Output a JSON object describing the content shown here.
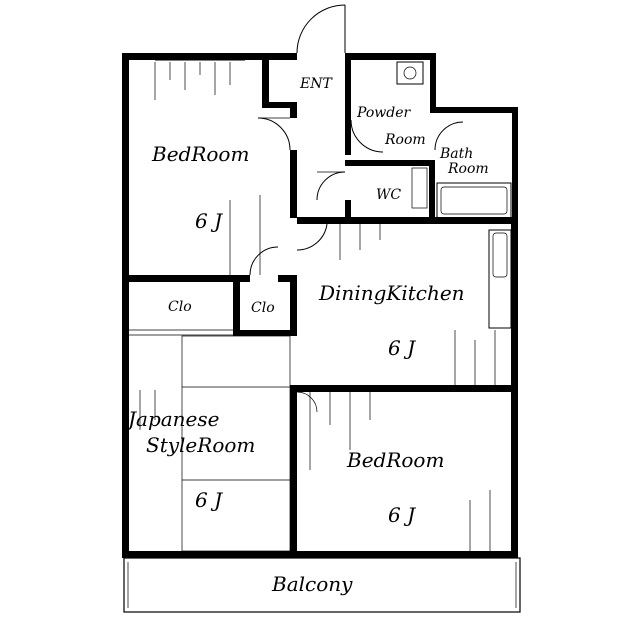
{
  "rooms": {
    "bedroom_nw": {
      "name": "BedRoom",
      "size": "6 J"
    },
    "ent": {
      "name": "ENT"
    },
    "powder_room": {
      "line1": "Powder",
      "line2": "Room"
    },
    "bath_room": {
      "line1": "Bath",
      "line2": "Room"
    },
    "wc": {
      "name": "WC"
    },
    "clo_left": {
      "name": "Clo"
    },
    "clo_right": {
      "name": "Clo"
    },
    "dining_kitchen": {
      "name": "DiningKitchen",
      "size": "6 J"
    },
    "japanese_room": {
      "line1": "Japanese",
      "line2": "StyleRoom",
      "size": "6 J"
    },
    "bedroom_se": {
      "name": "BedRoom",
      "size": "6 J"
    },
    "balcony": {
      "name": "Balcony"
    }
  }
}
